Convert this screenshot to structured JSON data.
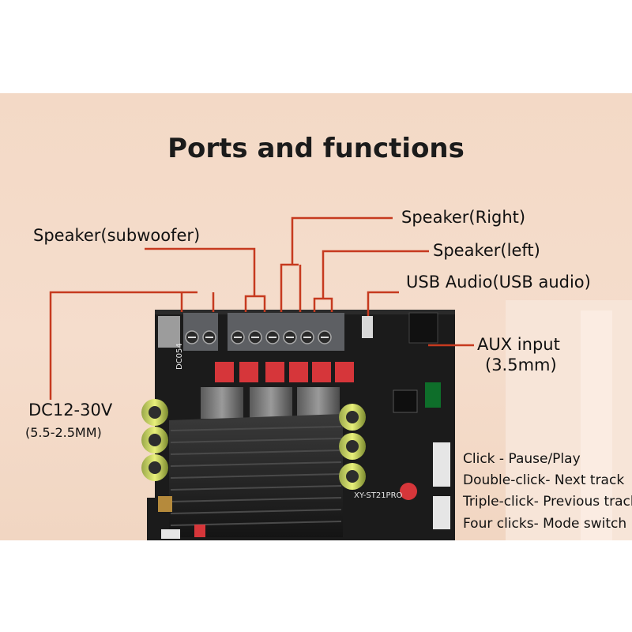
{
  "title": "Ports and functions",
  "labels": {
    "speaker_subwoofer": "Speaker(subwoofer)",
    "speaker_right": "Speaker(Right)",
    "speaker_left": "Speaker(left)",
    "usb_audio": "USB Audio(USB audio)",
    "aux_input": "AUX input",
    "aux_size": "(3.5mm)",
    "dc_power": "DC12-30V",
    "dc_plug": "(5.5-2.5MM)"
  },
  "button_functions": [
    "Click - Pause/Play",
    "Double-click- Next track",
    "Triple-click- Previous track",
    "Four clicks- Mode switch"
  ],
  "board": {
    "model_marking": "XY-ST21PRO",
    "connector_marking": "DC054"
  },
  "colors": {
    "background": "#f3d9c6",
    "leader_line": "#c63a1f",
    "board": "#1a1a1a",
    "capacitor_red": "#d6363a"
  }
}
